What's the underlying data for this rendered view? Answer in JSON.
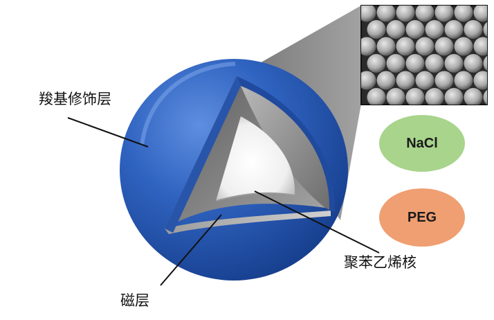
{
  "labels": {
    "carboxyl_layer": "羧基修饰层",
    "magnetic_layer": "磁层",
    "polystyrene_core": "聚苯乙烯核"
  },
  "badges": {
    "nacl": "NaCl",
    "peg": "PEG"
  },
  "colors": {
    "shell_blue": "#2f63c0",
    "shell_blue_dark": "#173f8e",
    "nacl_fill": "#a8d48c",
    "peg_fill": "#ef9f72",
    "magnetic_gray": "#7a7a7a",
    "core_white": "#f4f4f4",
    "sem_background": "#2a2a2a"
  },
  "inset": {
    "description_icon": "sem-micrograph-icon"
  }
}
